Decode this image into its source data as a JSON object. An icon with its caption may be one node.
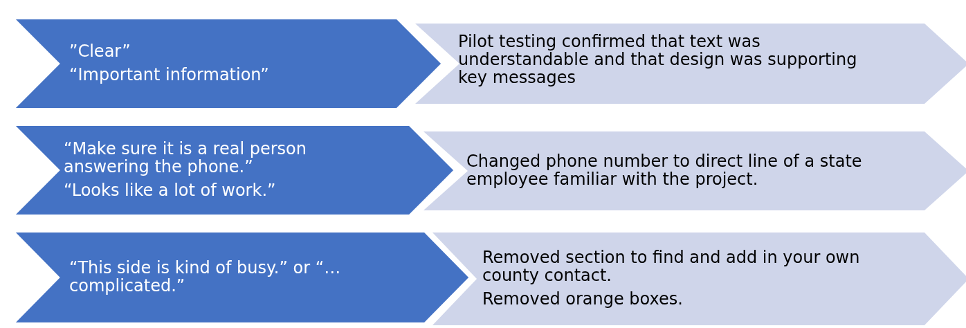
{
  "diagram": {
    "nodes": [
      {
        "text": [
          "”Clear”",
          "“Important information”"
        ]
      },
      {
        "text": [
          "Pilot testing confirmed that text was understandable and that design was supporting key messages"
        ]
      },
      {
        "text": [
          "“Make sure it is a real person answering the phone.”",
          "“Looks like a lot of work.”"
        ]
      },
      {
        "text": [
          "Changed phone number to direct line of a state employee familiar with the project."
        ]
      },
      {
        "text": [
          "“This side is kind of busy.” or “…complicated.”"
        ]
      },
      {
        "text": [
          "Removed section to find and add in your own county contact.",
          "Removed orange boxes."
        ]
      }
    ],
    "edges": []
  }
}
